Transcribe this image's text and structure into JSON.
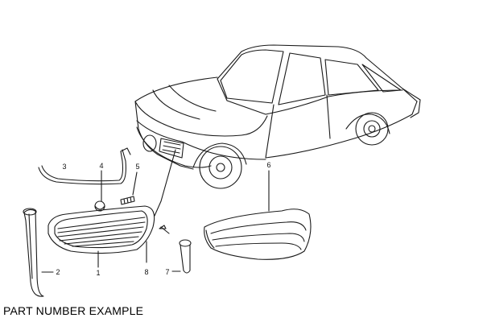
{
  "caption": "PART NUMBER EXAMPLE",
  "callouts": {
    "c1": "1",
    "c2": "2",
    "c3": "3",
    "c4": "4",
    "c5": "5",
    "c6": "6",
    "c7": "7",
    "c8": "8"
  },
  "colors": {
    "line": "#1a1a1a",
    "caption": "#000000",
    "background": "#ffffff"
  },
  "icons": {
    "car": "car-body-outline-icon",
    "front_grille": "front-grille-part-icon",
    "grille_frame": "grille-frame-trim-icon"
  }
}
